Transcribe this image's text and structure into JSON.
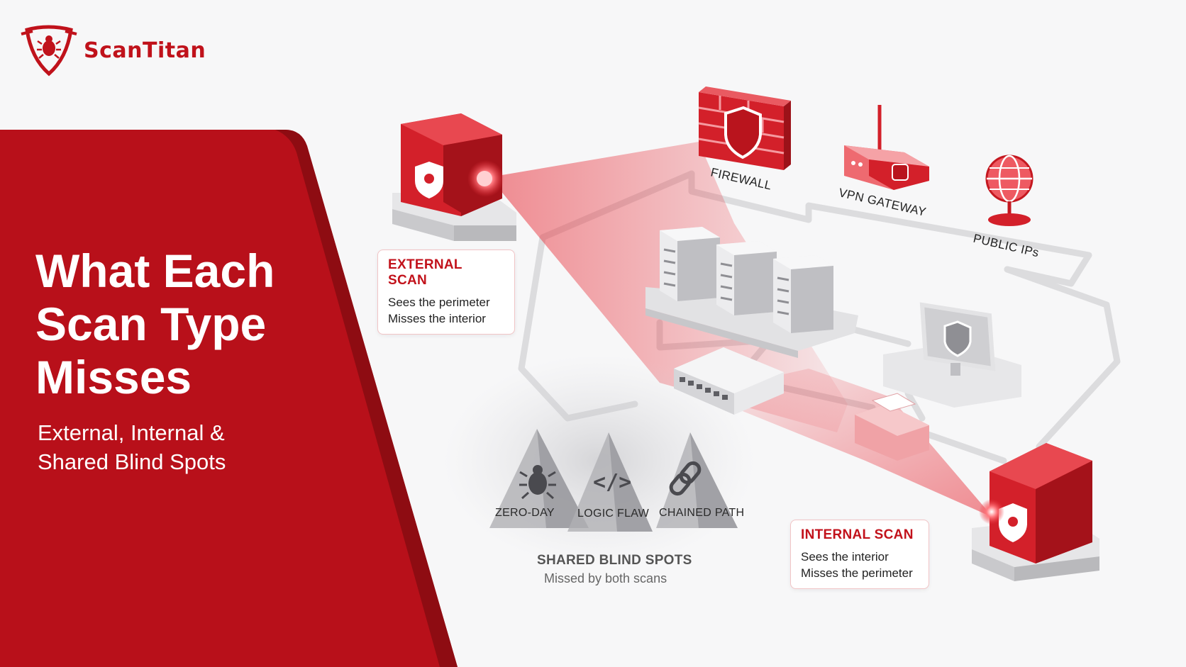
{
  "brand": {
    "name": "ScanTitan",
    "color": "#c0121b",
    "icon": "bug-shield-logo-icon"
  },
  "hero": {
    "title_lines": [
      "What Each",
      "Scan Type",
      "Misses"
    ],
    "subtitle_lines": [
      "External, Internal &",
      "Shared Blind Spots"
    ],
    "panel_color": "#b8101a"
  },
  "external_scan": {
    "title": "EXTERNAL SCAN",
    "lines": [
      "Sees the perimeter",
      "Misses the interior"
    ]
  },
  "internal_scan": {
    "title": "INTERNAL SCAN",
    "lines": [
      "Sees the interior",
      "Misses the perimeter"
    ]
  },
  "perimeter": {
    "firewall": "FIREWALL",
    "vpn_gateway": "VPN GATEWAY",
    "public_ips": "PUBLIC IPs"
  },
  "blind_spots": {
    "title": "SHARED BLIND SPOTS",
    "subtitle": "Missed by both scans",
    "items": [
      {
        "label": "ZERO-DAY",
        "icon": "bug-icon"
      },
      {
        "label": "LOGIC FLAW",
        "icon": "code-icon"
      },
      {
        "label": "CHAINED PATH",
        "icon": "chain-link-icon"
      }
    ]
  },
  "colors": {
    "accent": "#d3202a",
    "dark_red": "#8e0c12",
    "beam": "#e8323c"
  }
}
